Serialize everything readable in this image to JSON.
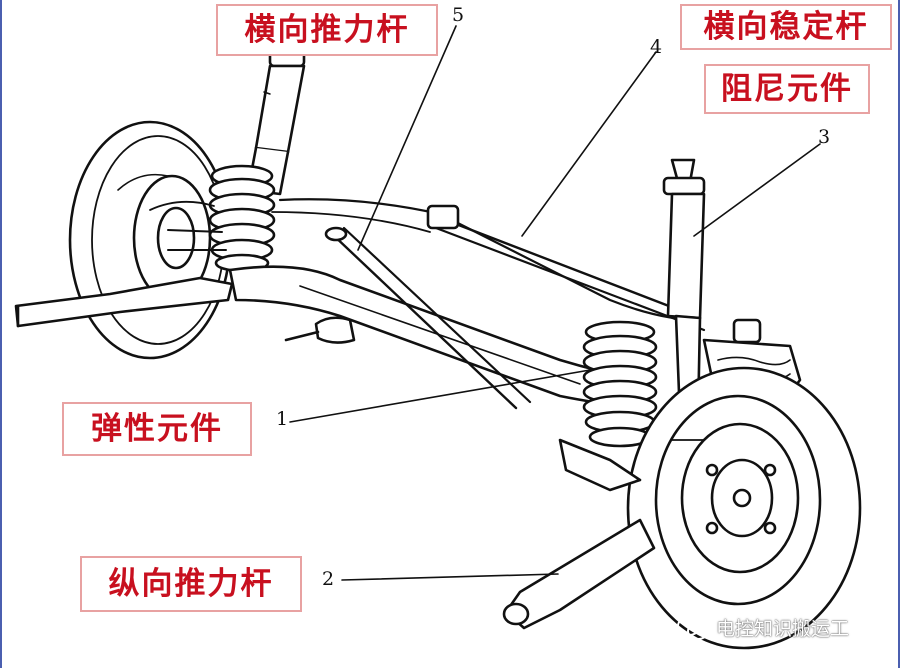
{
  "labels": {
    "lateral_thrust_rod": "横向推力杆",
    "stabilizer_bar": "横向稳定杆",
    "damper": "阻尼元件",
    "elastic_element": "弹性元件",
    "longitudinal_thrust_rod": "纵向推力杆"
  },
  "callouts": {
    "n1": "1",
    "n2": "2",
    "n3": "3",
    "n4": "4",
    "n5": "5"
  },
  "watermark": {
    "icon": "wechat-icon",
    "text": "电控知识搬运工"
  },
  "colors": {
    "label_text": "#c8101f",
    "label_border": "#e8a2a2",
    "line_art": "#111111",
    "frame": "#4b5fb0"
  }
}
